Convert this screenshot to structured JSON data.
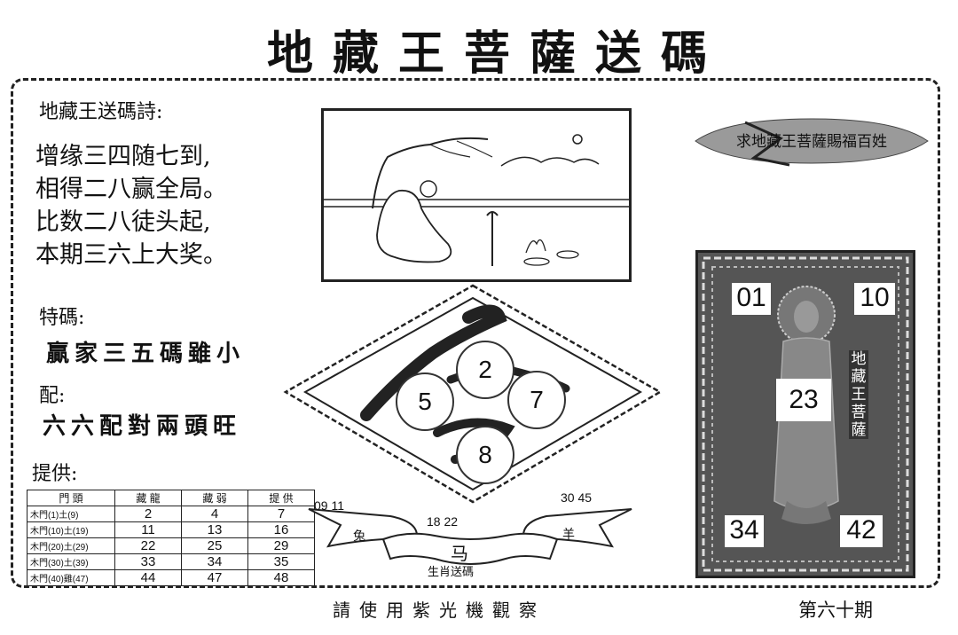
{
  "title": "地藏王菩薩送碼",
  "poem": {
    "heading": "地藏王送碼詩:",
    "lines": [
      "增缘三四随七到,",
      "相得二八赢全局。",
      "比数二八徒头起,",
      "本期三六上大奖。"
    ]
  },
  "special": {
    "label": "特碼:",
    "text": "贏家三五碼雖小"
  },
  "match": {
    "label": "配:",
    "text": "六六配對兩頭旺"
  },
  "provide": {
    "label": "提供:"
  },
  "table": {
    "headers": [
      "門 頭",
      "藏 龍",
      "藏 弱",
      "提 供"
    ],
    "rows": [
      {
        "label": "木門(1)土(9)",
        "values": [
          "2",
          "4",
          "7"
        ]
      },
      {
        "label": "木門(10)土(19)",
        "values": [
          "11",
          "13",
          "16"
        ]
      },
      {
        "label": "木門(20)土(29)",
        "values": [
          "22",
          "25",
          "29"
        ]
      },
      {
        "label": "木門(30)土(39)",
        "values": [
          "33",
          "34",
          "35"
        ]
      },
      {
        "label": "木門(40)雞(47)",
        "values": [
          "44",
          "47",
          "48"
        ]
      }
    ]
  },
  "diamond": {
    "numbers": [
      "2",
      "5",
      "7",
      "8"
    ]
  },
  "zodiac": {
    "left_nums": "09 11",
    "center_nums": "18 22",
    "right_nums": "30 45",
    "left_animal": "兔",
    "center_animal": "马",
    "right_animal": "羊",
    "caption": "生肖送碼"
  },
  "banner": {
    "text": "求地藏王菩薩賜福百姓"
  },
  "buddha": {
    "numbers": {
      "tl": "01",
      "tr": "10",
      "center": "23",
      "bl": "34",
      "br": "42"
    },
    "side_text": "地藏王菩薩"
  },
  "footer": {
    "text": "請使用紫光機觀察",
    "period": "第六十期"
  }
}
